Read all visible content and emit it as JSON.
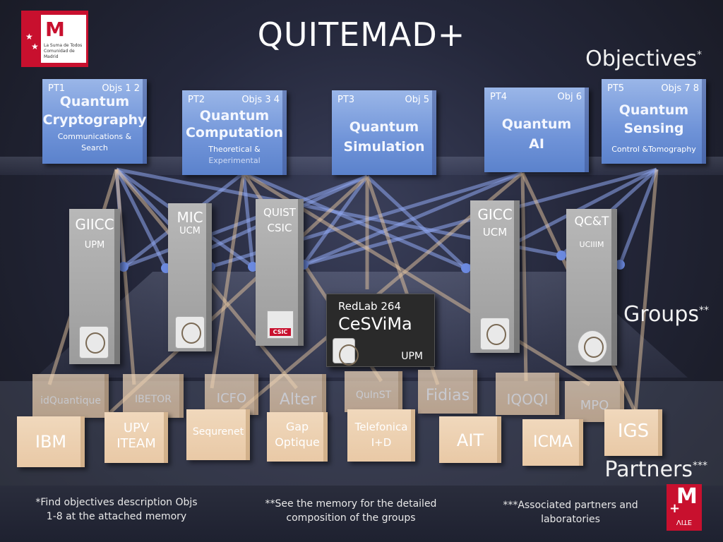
{
  "title": "QUITEMAD+",
  "layers": {
    "objectives": "Objectives",
    "objectives_mark": "*",
    "groups": "Groups",
    "groups_mark": "**",
    "partners": "Partners",
    "partners_mark": "***"
  },
  "logo": {
    "letters": "M",
    "sub1": "La Suma de Todos",
    "sub2": "Comunidad de Madrid"
  },
  "objectives": [
    {
      "pt": "PT1",
      "objs": "Objs 1 2",
      "main": [
        "Quantum",
        "Cryptography"
      ],
      "sub": [
        "Communications &",
        "Search"
      ]
    },
    {
      "pt": "PT2",
      "objs": "Objs 3 4",
      "main": [
        "Quantum",
        "Computation"
      ],
      "sub": [
        "Theoretical &",
        "Experimental"
      ]
    },
    {
      "pt": "PT3",
      "objs": "Obj 5",
      "main": [
        "Quantum",
        "Simulation"
      ],
      "sub": []
    },
    {
      "pt": "PT4",
      "objs": "Obj 6",
      "main": [
        "Quantum",
        "AI"
      ],
      "sub": []
    },
    {
      "pt": "PT5",
      "objs": "Objs 7 8",
      "main": [
        "Quantum",
        "Sensing"
      ],
      "sub": [
        "Control &Tomography"
      ]
    }
  ],
  "groups": [
    {
      "name": "GIICC",
      "org": "UPM"
    },
    {
      "name": "MIC",
      "org": "UCM"
    },
    {
      "name": "QUIST",
      "org": "CSIC",
      "badge": "CSIC"
    },
    {
      "name": "GICC",
      "org": "UCM"
    },
    {
      "name": "QC&T",
      "org": "UCIIIM"
    }
  ],
  "redlab": {
    "line1": "RedLab 264",
    "line2": "CeSViMa",
    "org": "UPM"
  },
  "partners_back": [
    "idQuantique",
    "IBETOR",
    "ICFO",
    "Alter",
    "QuInST",
    "Fidias",
    "IQOQI",
    "MPQ"
  ],
  "partners_front": [
    {
      "lines": [
        "IBM"
      ]
    },
    {
      "lines": [
        "UPV",
        "ITEAM"
      ]
    },
    {
      "lines": [
        "Sequrenet"
      ]
    },
    {
      "lines": [
        "Gap",
        "Optique"
      ]
    },
    {
      "lines": [
        "Telefonica",
        "I+D"
      ]
    },
    {
      "lines": [
        "AIT"
      ]
    },
    {
      "lines": [
        "ICMA"
      ]
    },
    {
      "lines": [
        "IGS"
      ]
    }
  ],
  "footnotes": [
    [
      "*Find objectives description Objs",
      "1-8 at the attached memory"
    ],
    [
      "**See the memory for the detailed",
      "composition of the groups"
    ],
    [
      "***Associated partners and",
      "laboratories"
    ]
  ],
  "vite_logo": {
    "letter": "M",
    "plus": "+",
    "text": "VITE"
  },
  "colors": {
    "objective": "#7b9ee0",
    "group": "#ababab",
    "partner": "#efd4b5",
    "redlab": "#2a2a2a",
    "edge_blue": "#8fa8f0",
    "edge_tan": "#e6c6a0"
  }
}
